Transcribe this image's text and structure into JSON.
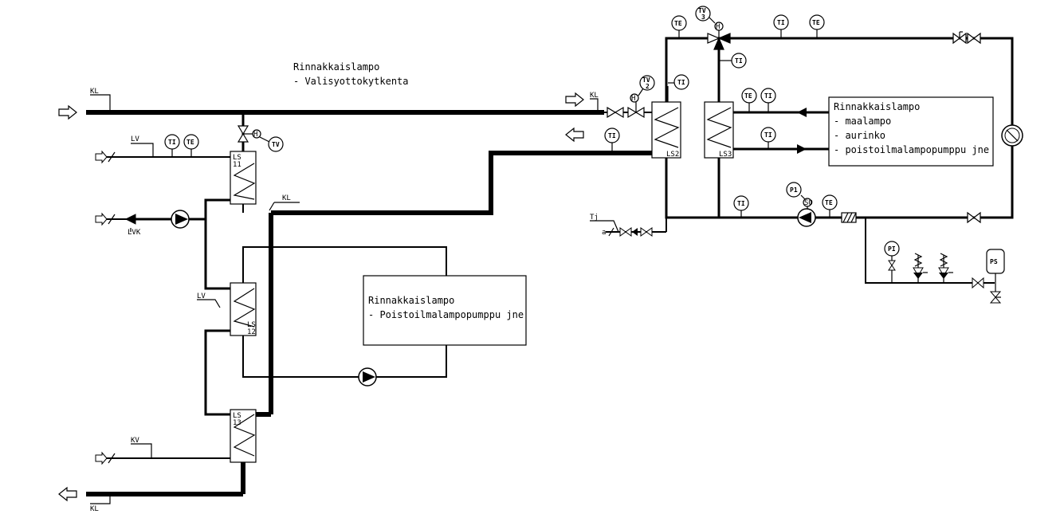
{
  "titles": {
    "main_line1": "Rinnakkaislampo",
    "main_line2": "- Valisyottokytkenta",
    "box1_line1": "Rinnakkaislampo",
    "box1_line2": "- maalampo",
    "box1_line3": "- aurinko",
    "box1_line4": "- poistoilmalampopumppu jne",
    "box2_line1": "Rinnakkaislampo",
    "box2_line2": "- Poistoilmalampopumppu jne"
  },
  "lines": {
    "kl": "KL",
    "lv": "LV",
    "lvk": "LVK",
    "kv": "KV",
    "tj": "Tj",
    "a": "a"
  },
  "exchangers": {
    "ls11_a": "LS",
    "ls11_b": "11",
    "ls12_a": "LS",
    "ls12_b": "12",
    "ls13_a": "LS",
    "ls13_b": "13",
    "ls2": "LS2",
    "ls3": "LS3"
  },
  "instruments": {
    "ti": "TI",
    "te": "TE",
    "tv": "TV",
    "tv2_a": "TV",
    "tv2_b": "2",
    "tv3_a": "TV",
    "tv3_b": "3",
    "h": "H",
    "p1": "P1",
    "pi": "PI",
    "ps": "PS",
    "so": "SO"
  }
}
